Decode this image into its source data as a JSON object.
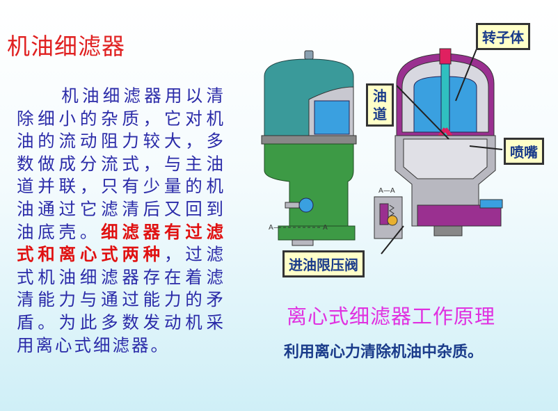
{
  "title": "机油细滤器",
  "body": {
    "part1": "机油细滤器用以清除细小的杂质，它对机油的流动阻力较大，多数做成分流式，与主油道并联，只有少量的机油通过它滤清后又回到油底壳。",
    "emphasis": "细滤器有过滤式和离心式两种",
    "part2": "，过滤式机油细滤器存在着滤清能力与通过能力的矛盾。为此多数发动机采用离心式细滤器。"
  },
  "figure": {
    "labels": {
      "rotor": "转子体",
      "oil_passage": "油道",
      "nozzle": "喷嘴",
      "inlet_valve": "进油限压阀"
    },
    "section_marks": {
      "section_top": "A—A",
      "left_a": "A—",
      "right_a": "A"
    },
    "colors": {
      "housing_green": "#3d9a45",
      "cap_teal": "#3a9a9a",
      "rotor_blue": "#3aa0e0",
      "shaft_cyan": "#30c0c0",
      "accent_red": "#e02060",
      "valve_purple": "#9a3090",
      "metal_gray": "#b8b8c0"
    }
  },
  "caption": {
    "title": "离心式细滤器工作原理",
    "subtitle": "利用离心力清除机油中杂质。"
  }
}
